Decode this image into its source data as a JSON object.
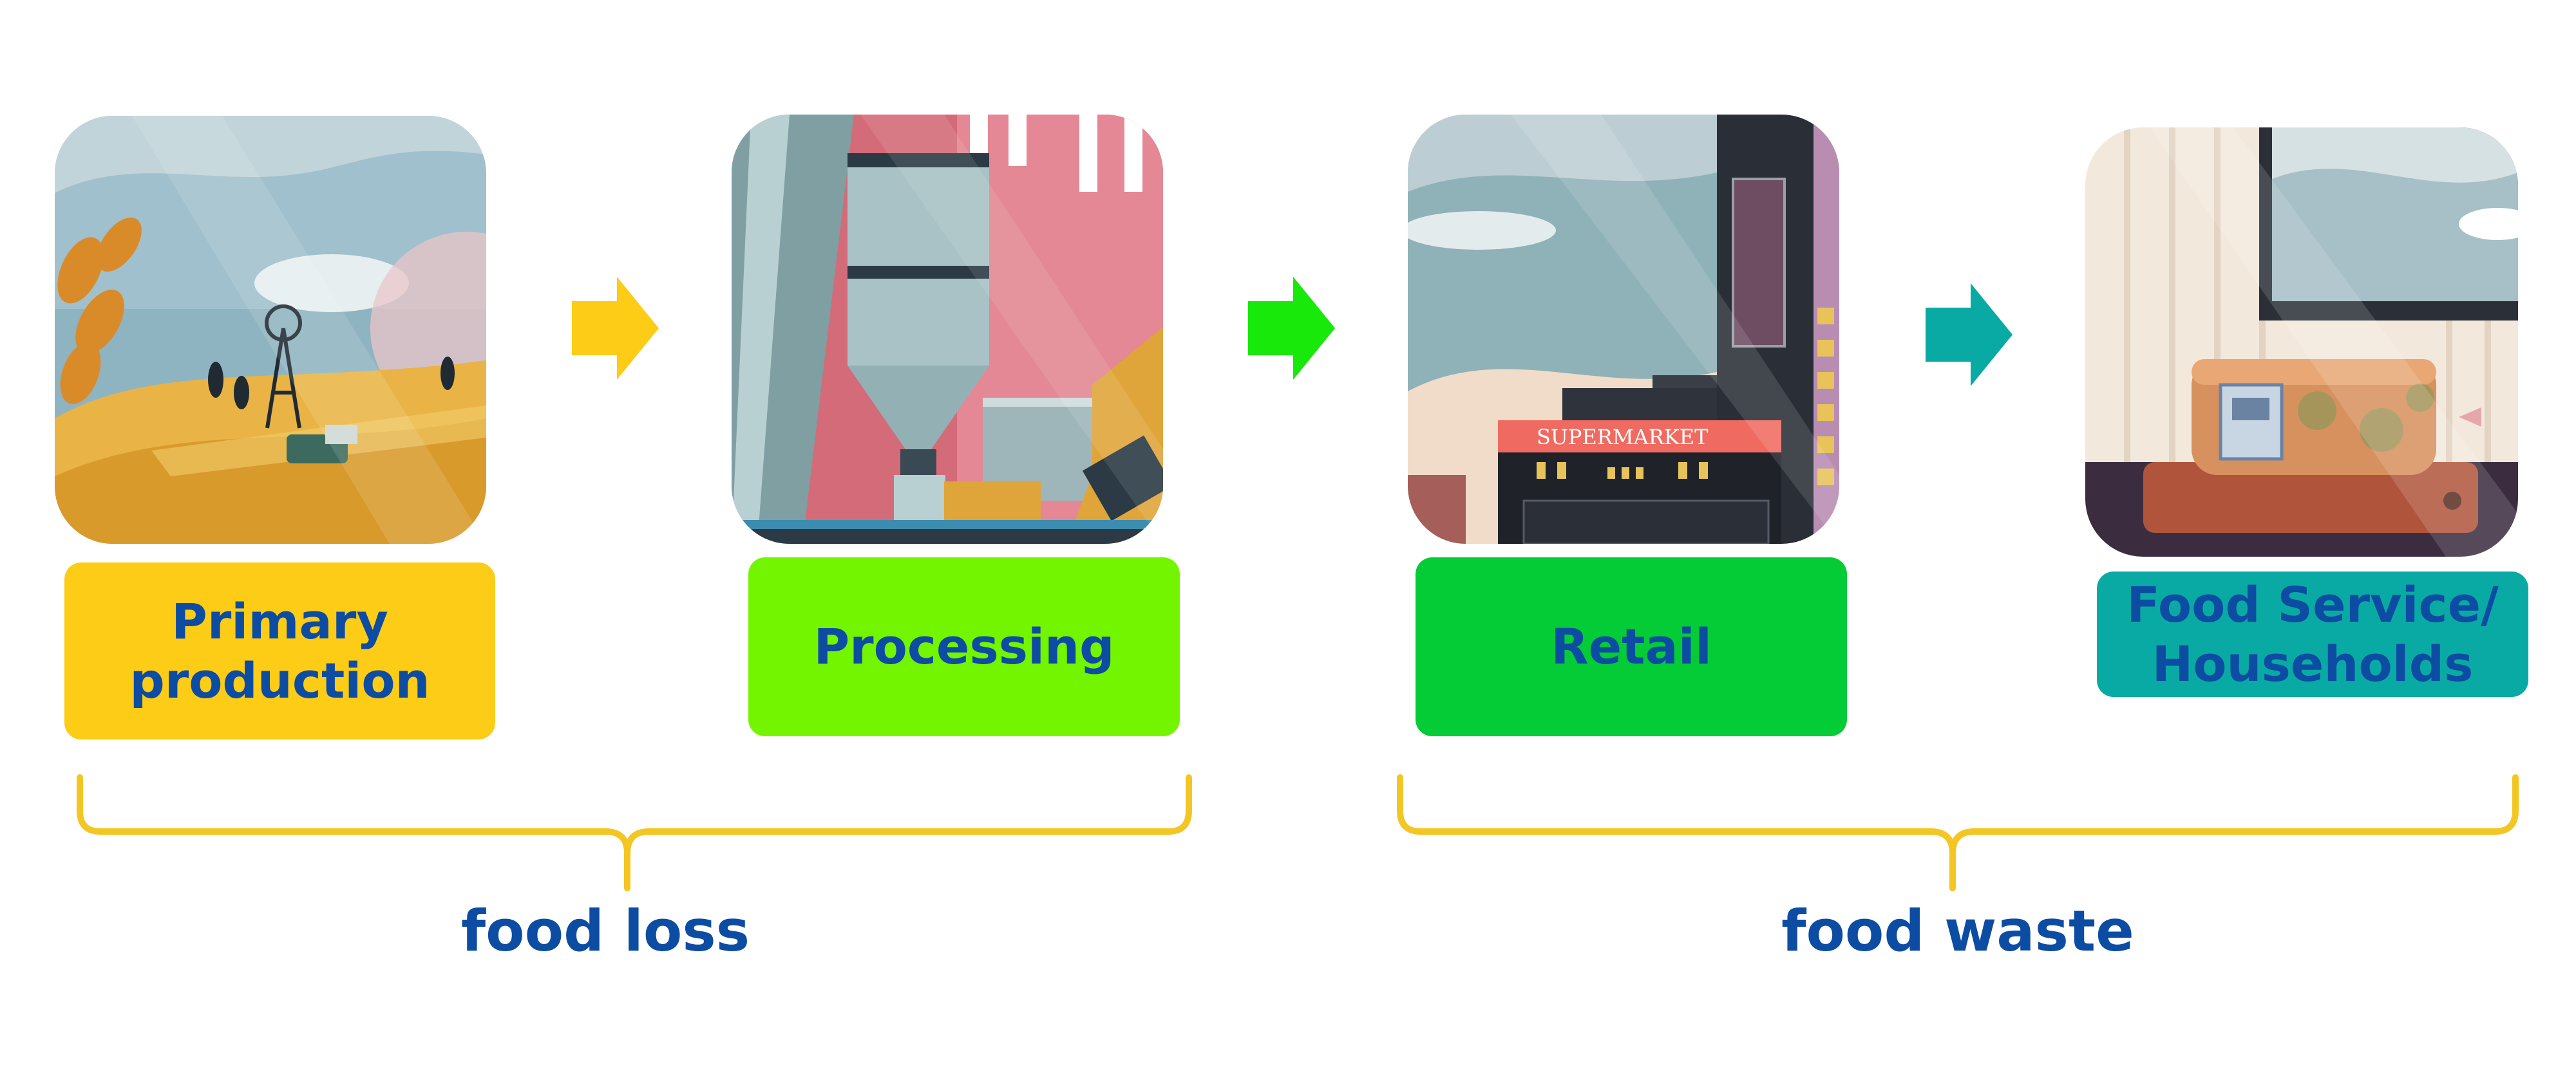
{
  "stages": [
    {
      "id": "primary",
      "label_lines": [
        "Primary",
        "production"
      ],
      "color": "#fccc17"
    },
    {
      "id": "processing",
      "label_lines": [
        "Processing"
      ],
      "color": "#74f500"
    },
    {
      "id": "retail",
      "label_lines": [
        "Retail"
      ],
      "color": "#03cc36",
      "sign_text": "SUPERMARKET"
    },
    {
      "id": "households",
      "label_lines": [
        "Food Service/",
        "Households"
      ],
      "color": "#0aaaa4"
    }
  ],
  "arrows": [
    {
      "color": "#fccc17"
    },
    {
      "color": "#18e80a"
    },
    {
      "color": "#0aaaa4"
    }
  ],
  "groups": [
    {
      "label": "food loss",
      "brace_color": "#f3c624"
    },
    {
      "label": "food waste",
      "brace_color": "#f3c624"
    }
  ],
  "text_color": "#0d4ca3"
}
